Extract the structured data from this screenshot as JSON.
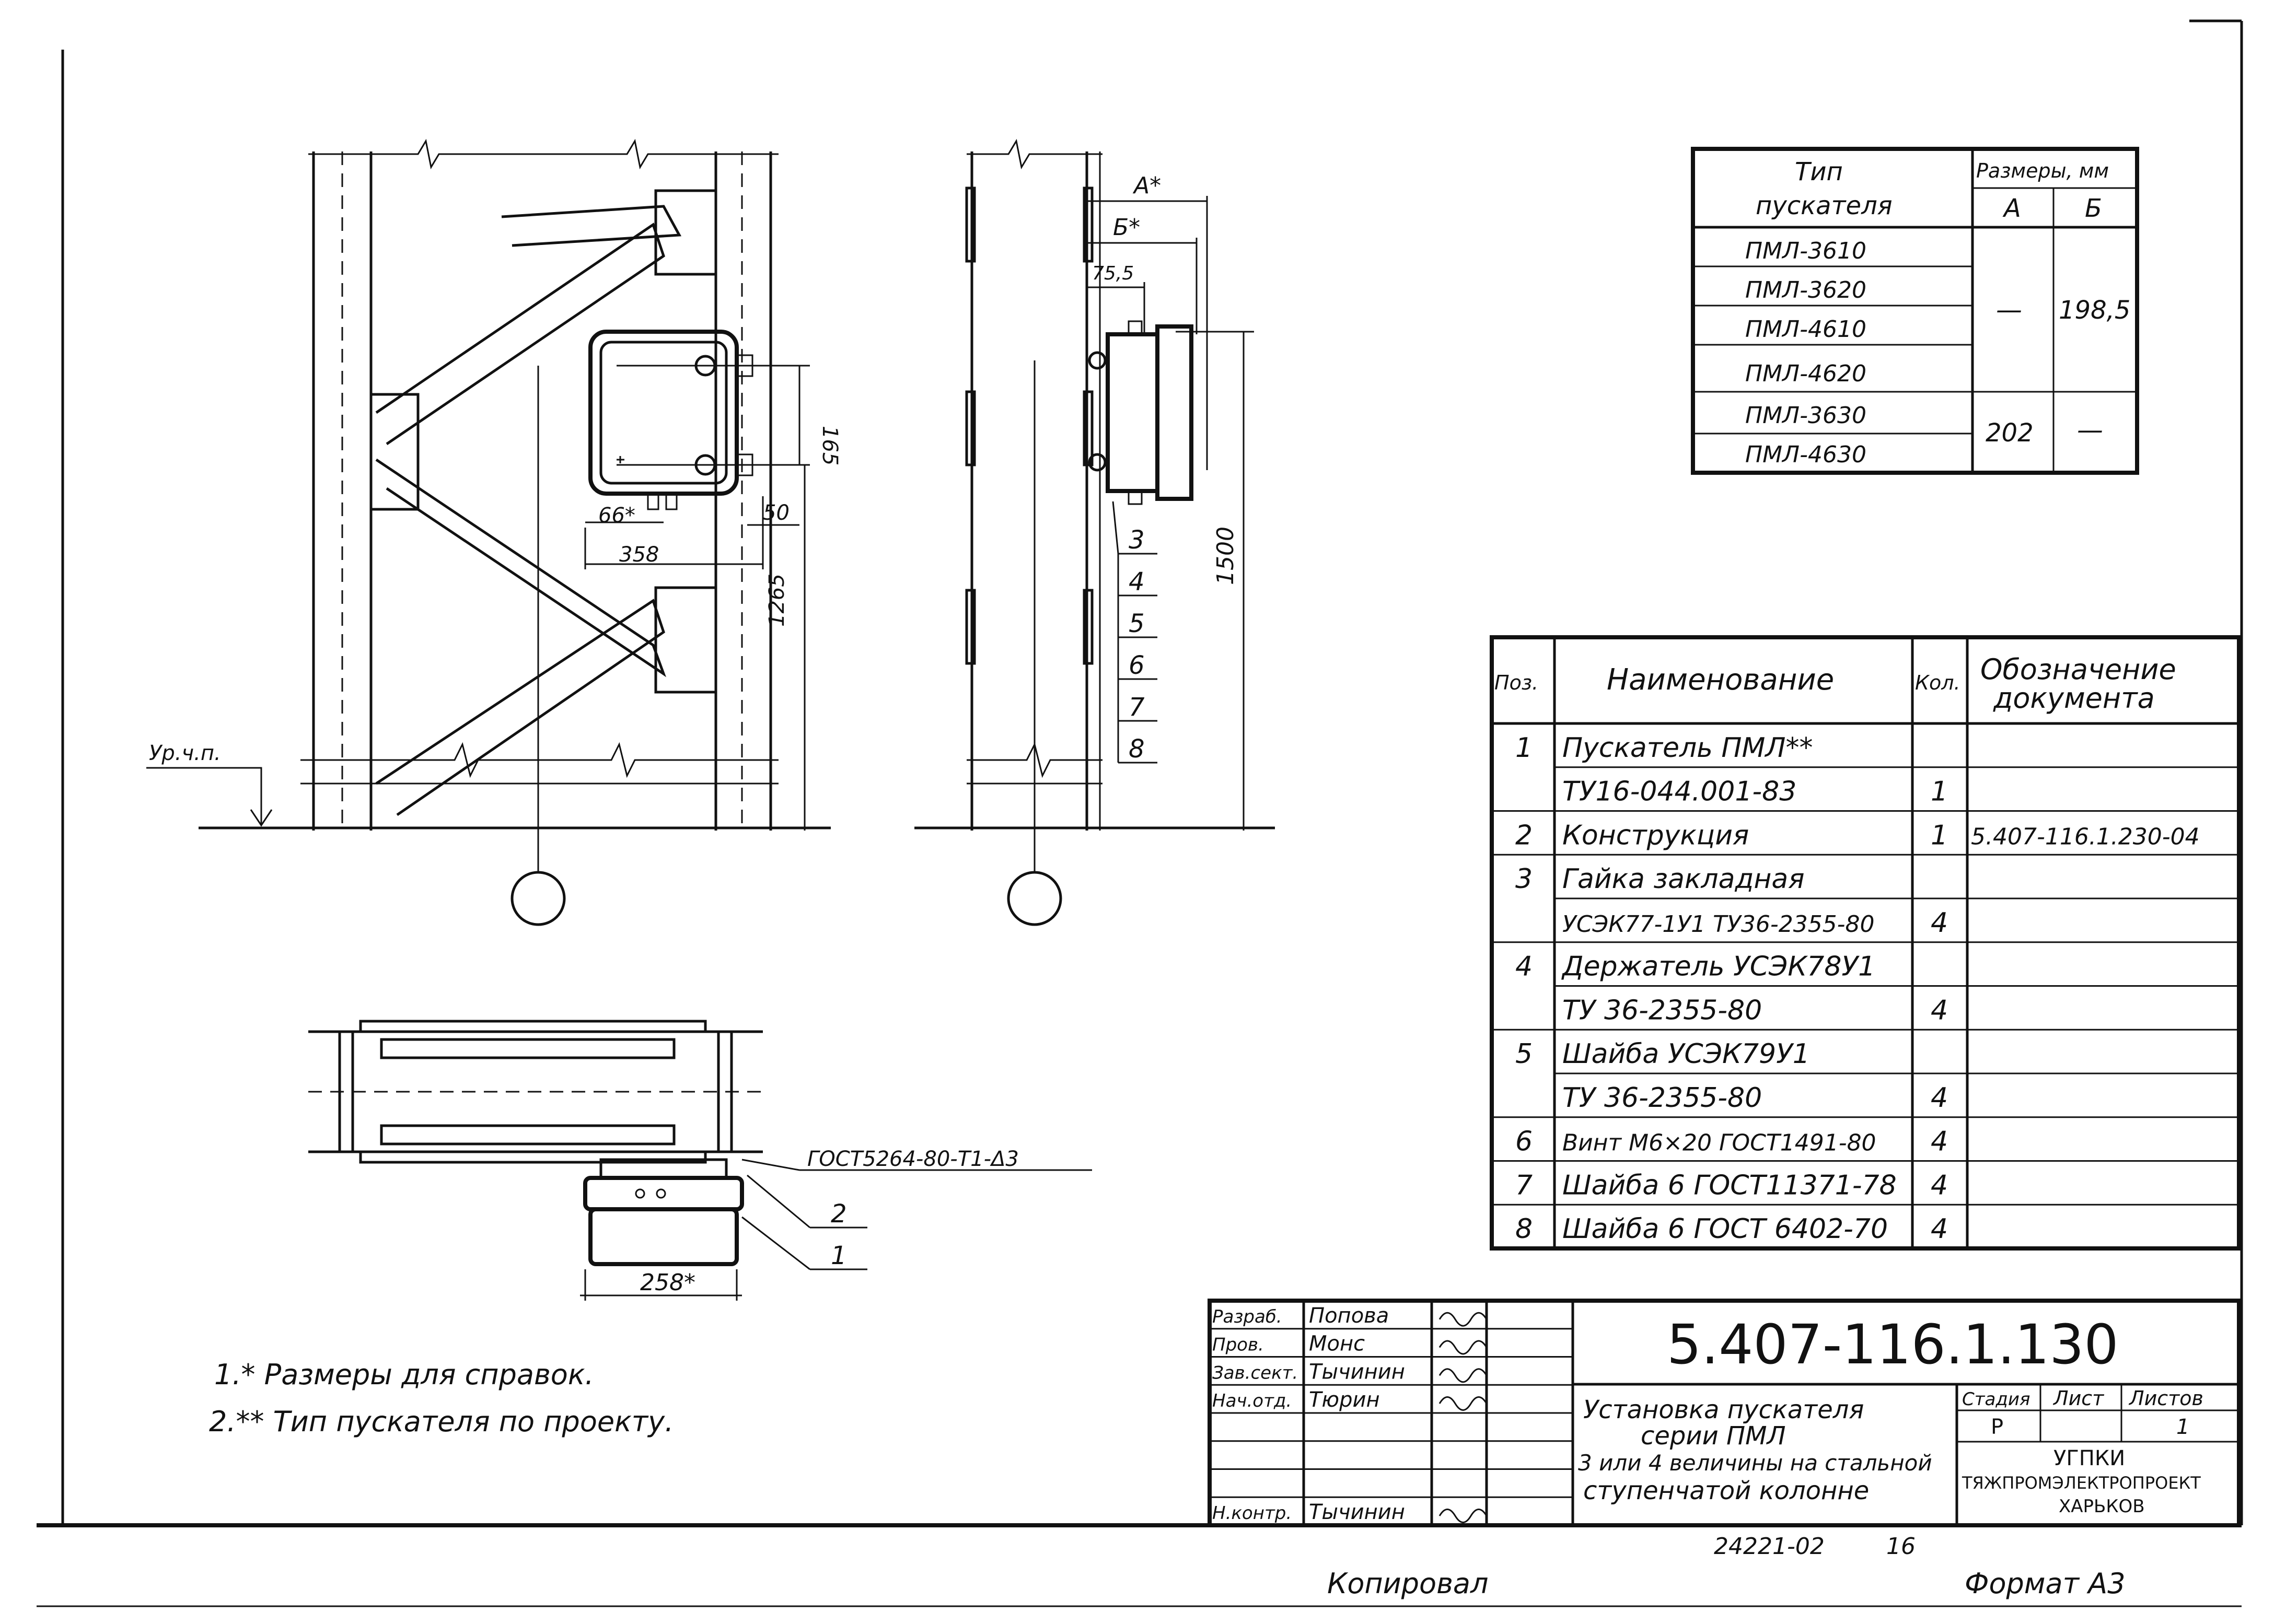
{
  "starter_table": {
    "header_type_line1": "Тип",
    "header_type_line2": "пускателя",
    "header_sizes": "Размеры, мм",
    "header_a": "А",
    "header_b": "Б",
    "rows": [
      "ПМЛ-3610",
      "ПМЛ-3620",
      "ПМЛ-4610",
      "ПМЛ-4620",
      "ПМЛ-3630",
      "ПМЛ-4630"
    ],
    "group1_a": "—",
    "group1_b": "198,5",
    "group2_a": "202",
    "group2_b": "—"
  },
  "spec_table": {
    "headers": {
      "pos": "Поз.",
      "name": "Наименование",
      "qty": "Кол.",
      "doc_line1": "Обозначение",
      "doc_line2": "документа"
    },
    "rows": [
      {
        "pos": "1",
        "name": "Пускатель ПМЛ**",
        "qty": "",
        "doc": ""
      },
      {
        "pos": "",
        "name": "ТУ16-044.001-83",
        "qty": "1",
        "doc": ""
      },
      {
        "pos": "2",
        "name": "Конструкция",
        "qty": "1",
        "doc": "5.407-116.1.230-04"
      },
      {
        "pos": "3",
        "name": "Гайка закладная",
        "qty": "",
        "doc": ""
      },
      {
        "pos": "",
        "name": "УСЭК77-1У1 ТУ36-2355-80",
        "qty": "4",
        "doc": ""
      },
      {
        "pos": "4",
        "name": "Держатель УСЭК78У1",
        "qty": "",
        "doc": ""
      },
      {
        "pos": "",
        "name": "ТУ 36-2355-80",
        "qty": "4",
        "doc": ""
      },
      {
        "pos": "5",
        "name": "Шайба УСЭК79У1",
        "qty": "",
        "doc": ""
      },
      {
        "pos": "",
        "name": "ТУ 36-2355-80",
        "qty": "4",
        "doc": ""
      },
      {
        "pos": "6",
        "name": "Винт М6×20 ГОСТ1491-80",
        "qty": "4",
        "doc": ""
      },
      {
        "pos": "7",
        "name": "Шайба 6 ГОСТ11371-78",
        "qty": "4",
        "doc": ""
      },
      {
        "pos": "8",
        "name": "Шайба 6 ГОСТ 6402-70",
        "qty": "4",
        "doc": ""
      }
    ]
  },
  "dimensions": {
    "d165": "165",
    "d50": "50",
    "d66": "66*",
    "d358": "358",
    "d1265": "1265",
    "d1500": "1500",
    "a_star": "А*",
    "b_star": "Б*",
    "d75": "75,5",
    "d258": "258*",
    "level_mark": "Ур.ч.п.",
    "weld_note": "ГОСТ5264-80-Т1-Δ3",
    "callouts_side": [
      "3",
      "4",
      "5",
      "6",
      "7",
      "8"
    ],
    "callout_plan_2": "2",
    "callout_plan_1": "1"
  },
  "notes": {
    "note1": "1.* Размеры для справок.",
    "note2": "2.** Тип пускателя по проекту."
  },
  "title_block": {
    "doc_number": "5.407-116.1.130",
    "roles": [
      {
        "role": "Разраб.",
        "name": "Попова"
      },
      {
        "role": "Пров.",
        "name": "Монс"
      },
      {
        "role": "Зав.сект.",
        "name": "Тычинин"
      },
      {
        "role": "Нач.отд.",
        "name": "Тюрин"
      },
      {
        "role": "",
        "name": ""
      },
      {
        "role": "",
        "name": ""
      },
      {
        "role": "",
        "name": ""
      },
      {
        "role": "Н.контр.",
        "name": "Тычинин"
      }
    ],
    "title_line1": "Установка пускателя",
    "title_line2": "серии ПМЛ",
    "title_line3": "3 или 4 величины на стальной",
    "title_line4": "ступенчатой колонне",
    "stage_label": "Стадия",
    "sheet_label": "Лист",
    "sheets_label": "Листов",
    "stage_value": "Р",
    "sheets_value": "1",
    "org_line1": "УГПКИ",
    "org_line2": "ТЯЖПРОМЭЛЕКТРОПРОЕКТ",
    "org_line3": "ХАРЬКОВ"
  },
  "footer": {
    "archive_number": "24221-02",
    "page_number": "16",
    "copied_label": "Копировал",
    "format_label": "Формат А3"
  }
}
